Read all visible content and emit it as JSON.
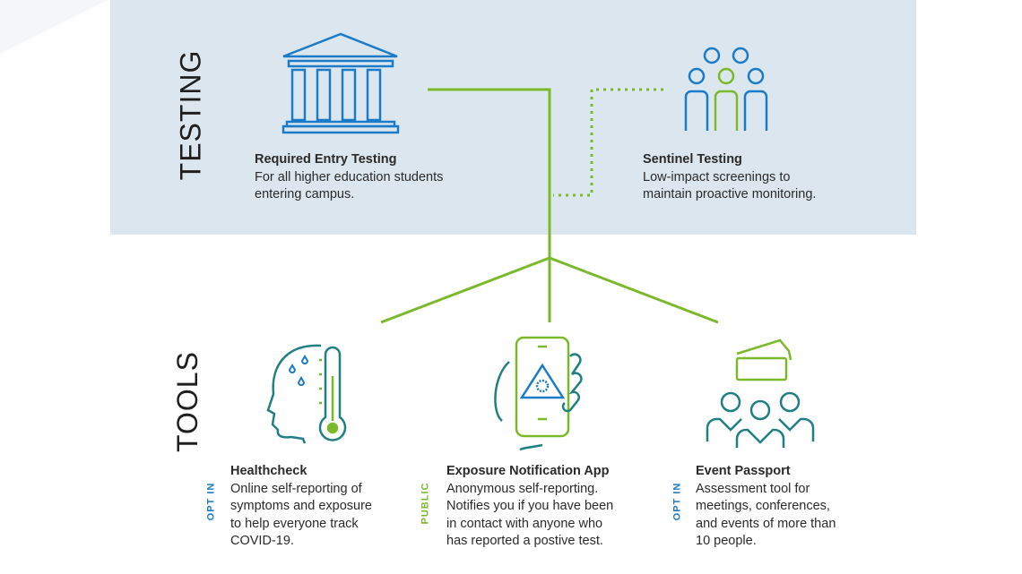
{
  "sections": {
    "testing": "TESTING",
    "tools": "TOOLS"
  },
  "testing": [
    {
      "title": "Required Entry Testing",
      "lines": [
        "For all higher education students",
        "entering campus."
      ],
      "icon": "building-icon"
    },
    {
      "title": "Sentinel Testing",
      "lines": [
        "Low-impact screenings to",
        "maintain proactive monitoring."
      ],
      "icon": "people-icon"
    }
  ],
  "tools": [
    {
      "tag": "OPT IN",
      "title": "Healthcheck",
      "lines": [
        "Online self-reporting of",
        "symptoms and exposure",
        "to help everyone track",
        "COVID-19."
      ],
      "icon": "head-thermometer-icon"
    },
    {
      "tag": "PUBLIC",
      "title": "Exposure Notification App",
      "lines": [
        "Anonymous self-reporting.",
        "Notifies you if you have been",
        "in contact with anyone who",
        "has reported a postive test."
      ],
      "icon": "phone-alert-icon"
    },
    {
      "tag": "OPT IN",
      "title": "Event Passport",
      "lines": [
        "Assessment tool for",
        "meetings, conferences,",
        "and events of more than",
        "10 people."
      ],
      "icon": "tickets-group-icon"
    }
  ],
  "colors": {
    "green": "#7ab929",
    "blue": "#1a7bc9",
    "teal": "#1f7f84",
    "panel": "#dce6ee"
  }
}
